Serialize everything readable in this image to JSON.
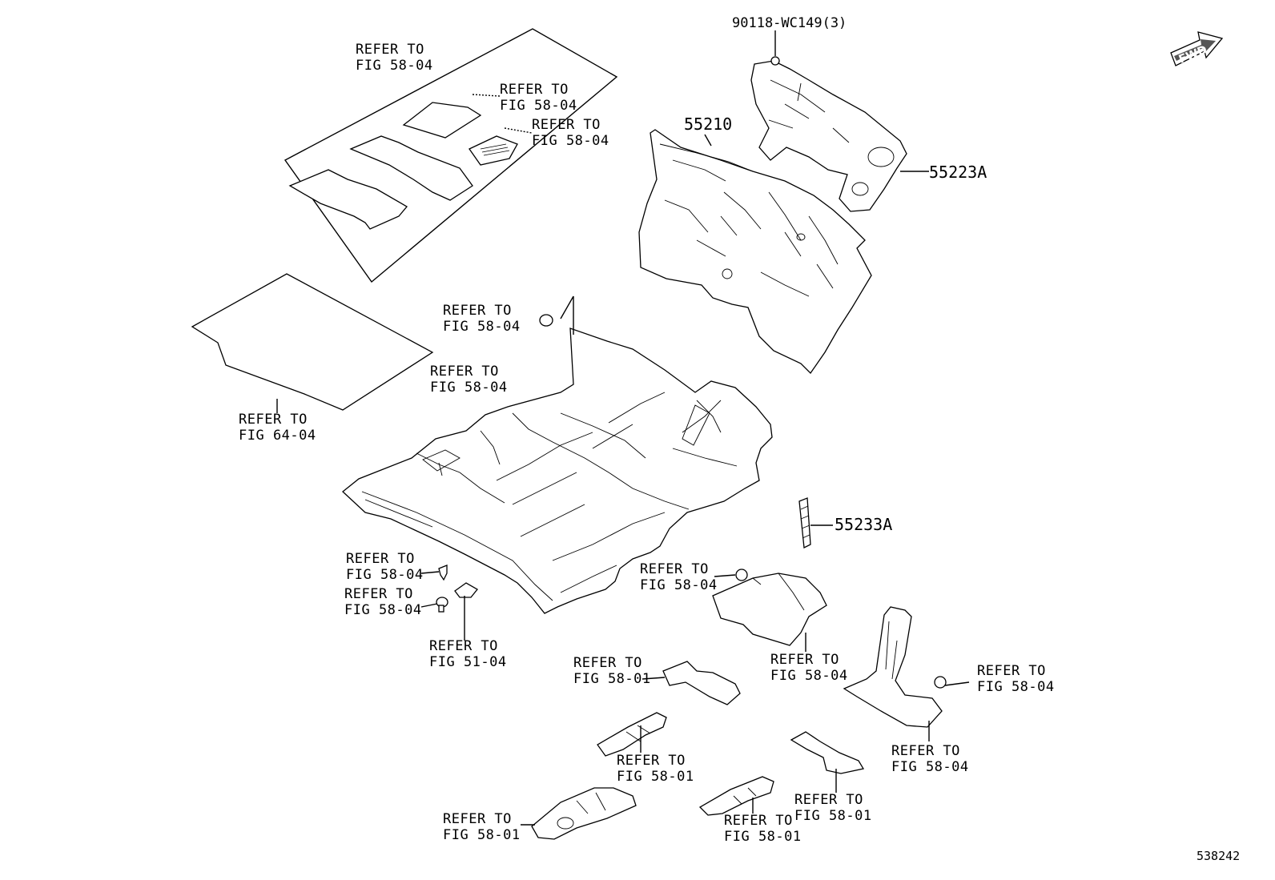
{
  "fwd": "FWD",
  "diagram_code": "538242",
  "part_numbers": {
    "p1": "90118-WC149(3)",
    "p2": "55210",
    "p3": "55223A",
    "p4": "55233A"
  },
  "callouts": [
    {
      "l1": "REFER TO",
      "l2": "FIG 58-04"
    },
    {
      "l1": "REFER TO",
      "l2": "FIG 58-04"
    },
    {
      "l1": "REFER TO",
      "l2": "FIG 58-04"
    },
    {
      "l1": "REFER TO",
      "l2": "FIG 64-04"
    },
    {
      "l1": "REFER TO",
      "l2": "FIG 58-04"
    },
    {
      "l1": "REFER TO",
      "l2": "FIG 58-04"
    },
    {
      "l1": "REFER TO",
      "l2": "FIG 58-04"
    },
    {
      "l1": "REFER TO",
      "l2": "FIG 58-04"
    },
    {
      "l1": "REFER TO",
      "l2": "FIG 51-04"
    },
    {
      "l1": "REFER TO",
      "l2": "FIG 58-04"
    },
    {
      "l1": "REFER TO",
      "l2": "FIG 58-04"
    },
    {
      "l1": "REFER TO",
      "l2": "FIG 58-01"
    },
    {
      "l1": "REFER TO",
      "l2": "FIG 58-04"
    },
    {
      "l1": "REFER TO",
      "l2": "FIG 58-04"
    },
    {
      "l1": "REFER TO",
      "l2": "FIG 58-01"
    },
    {
      "l1": "REFER TO",
      "l2": "FIG 58-01"
    },
    {
      "l1": "REFER TO",
      "l2": "FIG 58-01"
    },
    {
      "l1": "REFER TO",
      "l2": "FIG 58-01"
    }
  ]
}
